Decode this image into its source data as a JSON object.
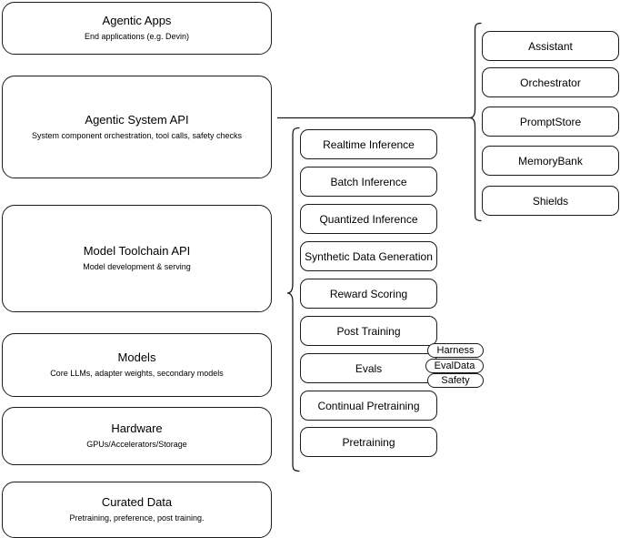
{
  "diagram": {
    "title": "Agentic stack layered architecture",
    "stroke_color": "#1a1a1a",
    "background_color": "#ffffff"
  },
  "left_stack": {
    "name": "layer-stack",
    "boxes": [
      {
        "id": "agentic-apps",
        "title": "Agentic Apps",
        "subtitle": "End applications (e.g. Devin)"
      },
      {
        "id": "agentic-system-api",
        "title": "Agentic System API",
        "subtitle": "System component orchestration, tool calls, safety checks"
      },
      {
        "id": "model-toolchain-api",
        "title": "Model Toolchain API",
        "subtitle": "Model development & serving"
      },
      {
        "id": "models",
        "title": "Models",
        "subtitle": "Core LLMs, adapter weights, secondary models"
      },
      {
        "id": "hardware",
        "title": "Hardware",
        "subtitle": "GPUs/Accelerators/Storage"
      },
      {
        "id": "curated-data",
        "title": "Curated Data",
        "subtitle": "Pretraining, preference, post training."
      }
    ]
  },
  "middle_column": {
    "name": "toolchain-capabilities",
    "items": [
      {
        "id": "realtime-inference",
        "label": "Realtime Inference"
      },
      {
        "id": "batch-inference",
        "label": "Batch Inference"
      },
      {
        "id": "quantized-inference",
        "label": "Quantized Inference"
      },
      {
        "id": "synthetic-data-generation",
        "label": "Synthetic Data Generation"
      },
      {
        "id": "reward-scoring",
        "label": "Reward Scoring"
      },
      {
        "id": "post-training",
        "label": "Post Training"
      },
      {
        "id": "evals",
        "label": "Evals"
      },
      {
        "id": "continual-pretraining",
        "label": "Continual Pretraining"
      },
      {
        "id": "pretraining",
        "label": "Pretraining"
      }
    ]
  },
  "evals_badges": {
    "name": "evals-subcomponents",
    "items": [
      {
        "id": "harness",
        "label": "Harness"
      },
      {
        "id": "evaldata",
        "label": "EvalData"
      },
      {
        "id": "safety",
        "label": "Safety"
      }
    ]
  },
  "right_column": {
    "name": "agentic-system-components",
    "items": [
      {
        "id": "assistant",
        "label": "Assistant"
      },
      {
        "id": "orchestrator",
        "label": "Orchestrator"
      },
      {
        "id": "promptstore",
        "label": "PromptStore"
      },
      {
        "id": "memorybank",
        "label": "MemoryBank"
      },
      {
        "id": "shields",
        "label": "Shields"
      }
    ]
  },
  "connectors": {
    "system_api_to_components": "horizontal-line",
    "right_brace": "curly-brace-left-pointing",
    "middle_brace": "curly-brace-left-pointing"
  }
}
